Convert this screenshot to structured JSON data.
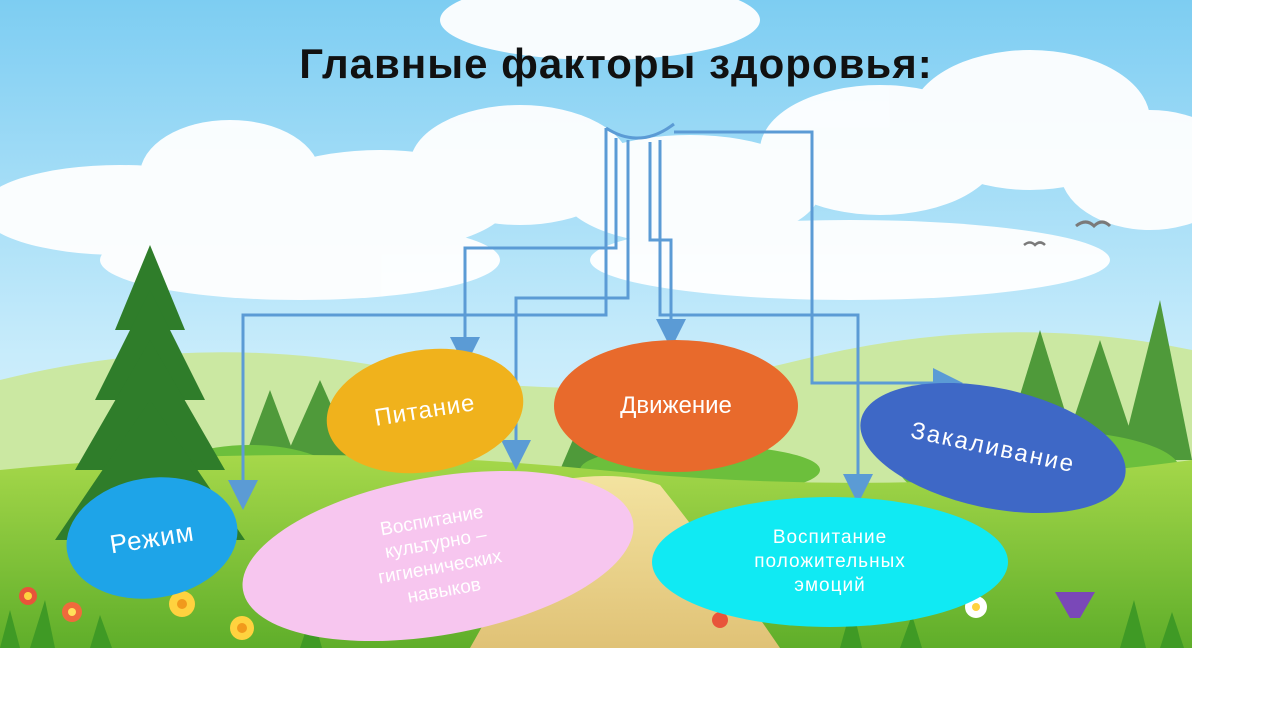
{
  "slide": {
    "title": "Главные факторы здоровья:"
  },
  "factors": {
    "regime": "Режим",
    "nutrition": "Питание",
    "hygiene": "Воспитание культурно – гигиенических навыков",
    "movement": "Движение",
    "emotions": "Воспитание положительных эмоций",
    "hardening": "Закаливание"
  },
  "colors": {
    "sky": "#8fd3f4",
    "grass": "#7bc043",
    "connector": "#5b9bd5",
    "regime": "#1ea4e8",
    "nutrition": "#f0b21c",
    "hygiene": "#f7c6ef",
    "movement": "#e86a2c",
    "emotions": "#10eaf3",
    "hardening": "#3e68c6"
  }
}
